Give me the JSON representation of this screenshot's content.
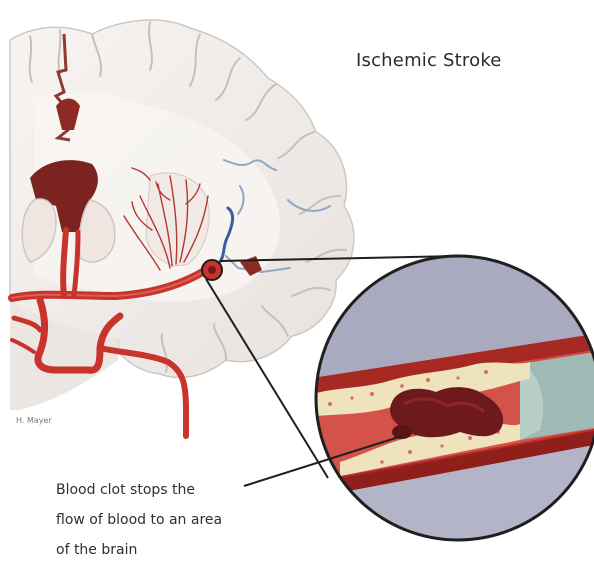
{
  "diagram": {
    "title": "Ischemic Stroke",
    "artist_credit": "H. Mayer",
    "caption_lines": [
      "Blood clot stops the",
      "flow of blood to an area",
      "of the brain"
    ]
  },
  "colors": {
    "brain_tissue": "#f3efec",
    "brain_shadow": "#d9d3cf",
    "artery": "#c8332b",
    "artery_dark": "#8e1f1a",
    "clot": "#6e1a1c",
    "plaque": "#efe3bd",
    "vein_blue": "#8fa6c8",
    "lens_background": "#b9b8cc"
  }
}
